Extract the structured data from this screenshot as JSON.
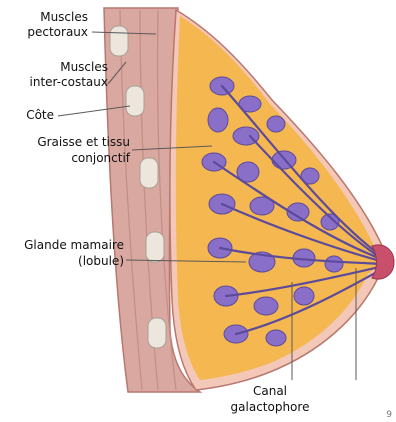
{
  "labels": {
    "pectoral_line1": "Muscles",
    "pectoral_line2": "pectoraux",
    "intercostal_line1": "Muscles",
    "intercostal_line2": "inter-costaux",
    "rib": "Côte",
    "fat_line1": "Graisse et tissu",
    "fat_line2": "conjonctif",
    "gland_line1": "Glande mamaire",
    "gland_line2": "(lobule)",
    "duct_line1": "Canal",
    "duct_line2": "galactophore",
    "corner_mark": "9"
  },
  "colors": {
    "muscle": "#d9a8a0",
    "muscle_dark": "#b87870",
    "fat": "#f5b750",
    "fat_light": "#fbd48a",
    "skin": "#f3c8b8",
    "lobule": "#8a6fc8",
    "lobule_dark": "#5c4a9a",
    "rib": "#ece6dc",
    "nipple": "#c8506a",
    "leader": "#5a5a5a"
  }
}
